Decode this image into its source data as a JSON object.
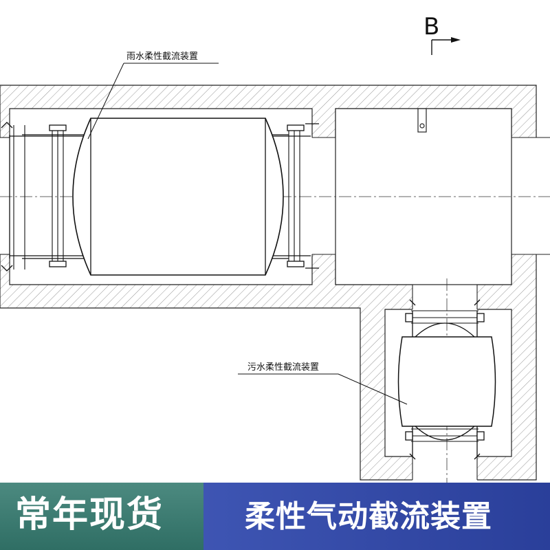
{
  "drawing": {
    "section_marker": "B",
    "label_rainwater": "雨水柔性截流装置",
    "label_sewage": "污水柔性截流装置"
  },
  "banner": {
    "left_text": "常年现货",
    "right_text": "柔性气动截流装置",
    "left_color": "#3a7a70",
    "right_color": "#3548a8"
  }
}
